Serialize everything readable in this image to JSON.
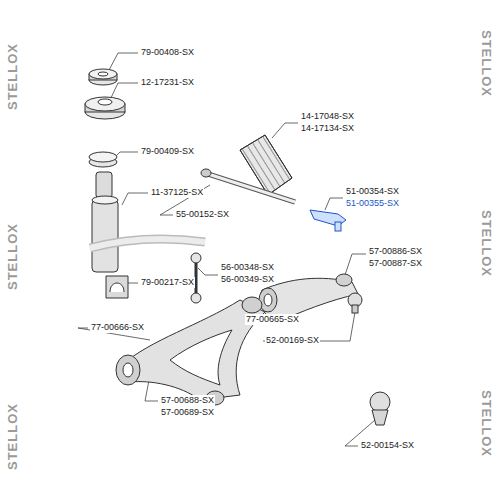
{
  "diagram": {
    "labels": [
      "79-00408-SX",
      "12-17231-SX",
      "79-00409-SX",
      "11-37125-SX",
      "14-17048-SX",
      "14-17134-SX",
      "55-00152-SX",
      "51-00354-SX",
      "51-00355-SX",
      "56-00348-SX",
      "56-00349-SX",
      "57-00886-SX",
      "57-00887-SX",
      "79-00217-SX",
      "77-00665-SX",
      "52-00169-SX",
      "77-00666-SX",
      "57-00688-SX",
      "57-00689-SX",
      "52-00154-SX",
      "STELLOX",
      "STELLOX",
      "STELLOX",
      "STELLOX",
      "STELLOX",
      "STELLOX"
    ]
  }
}
